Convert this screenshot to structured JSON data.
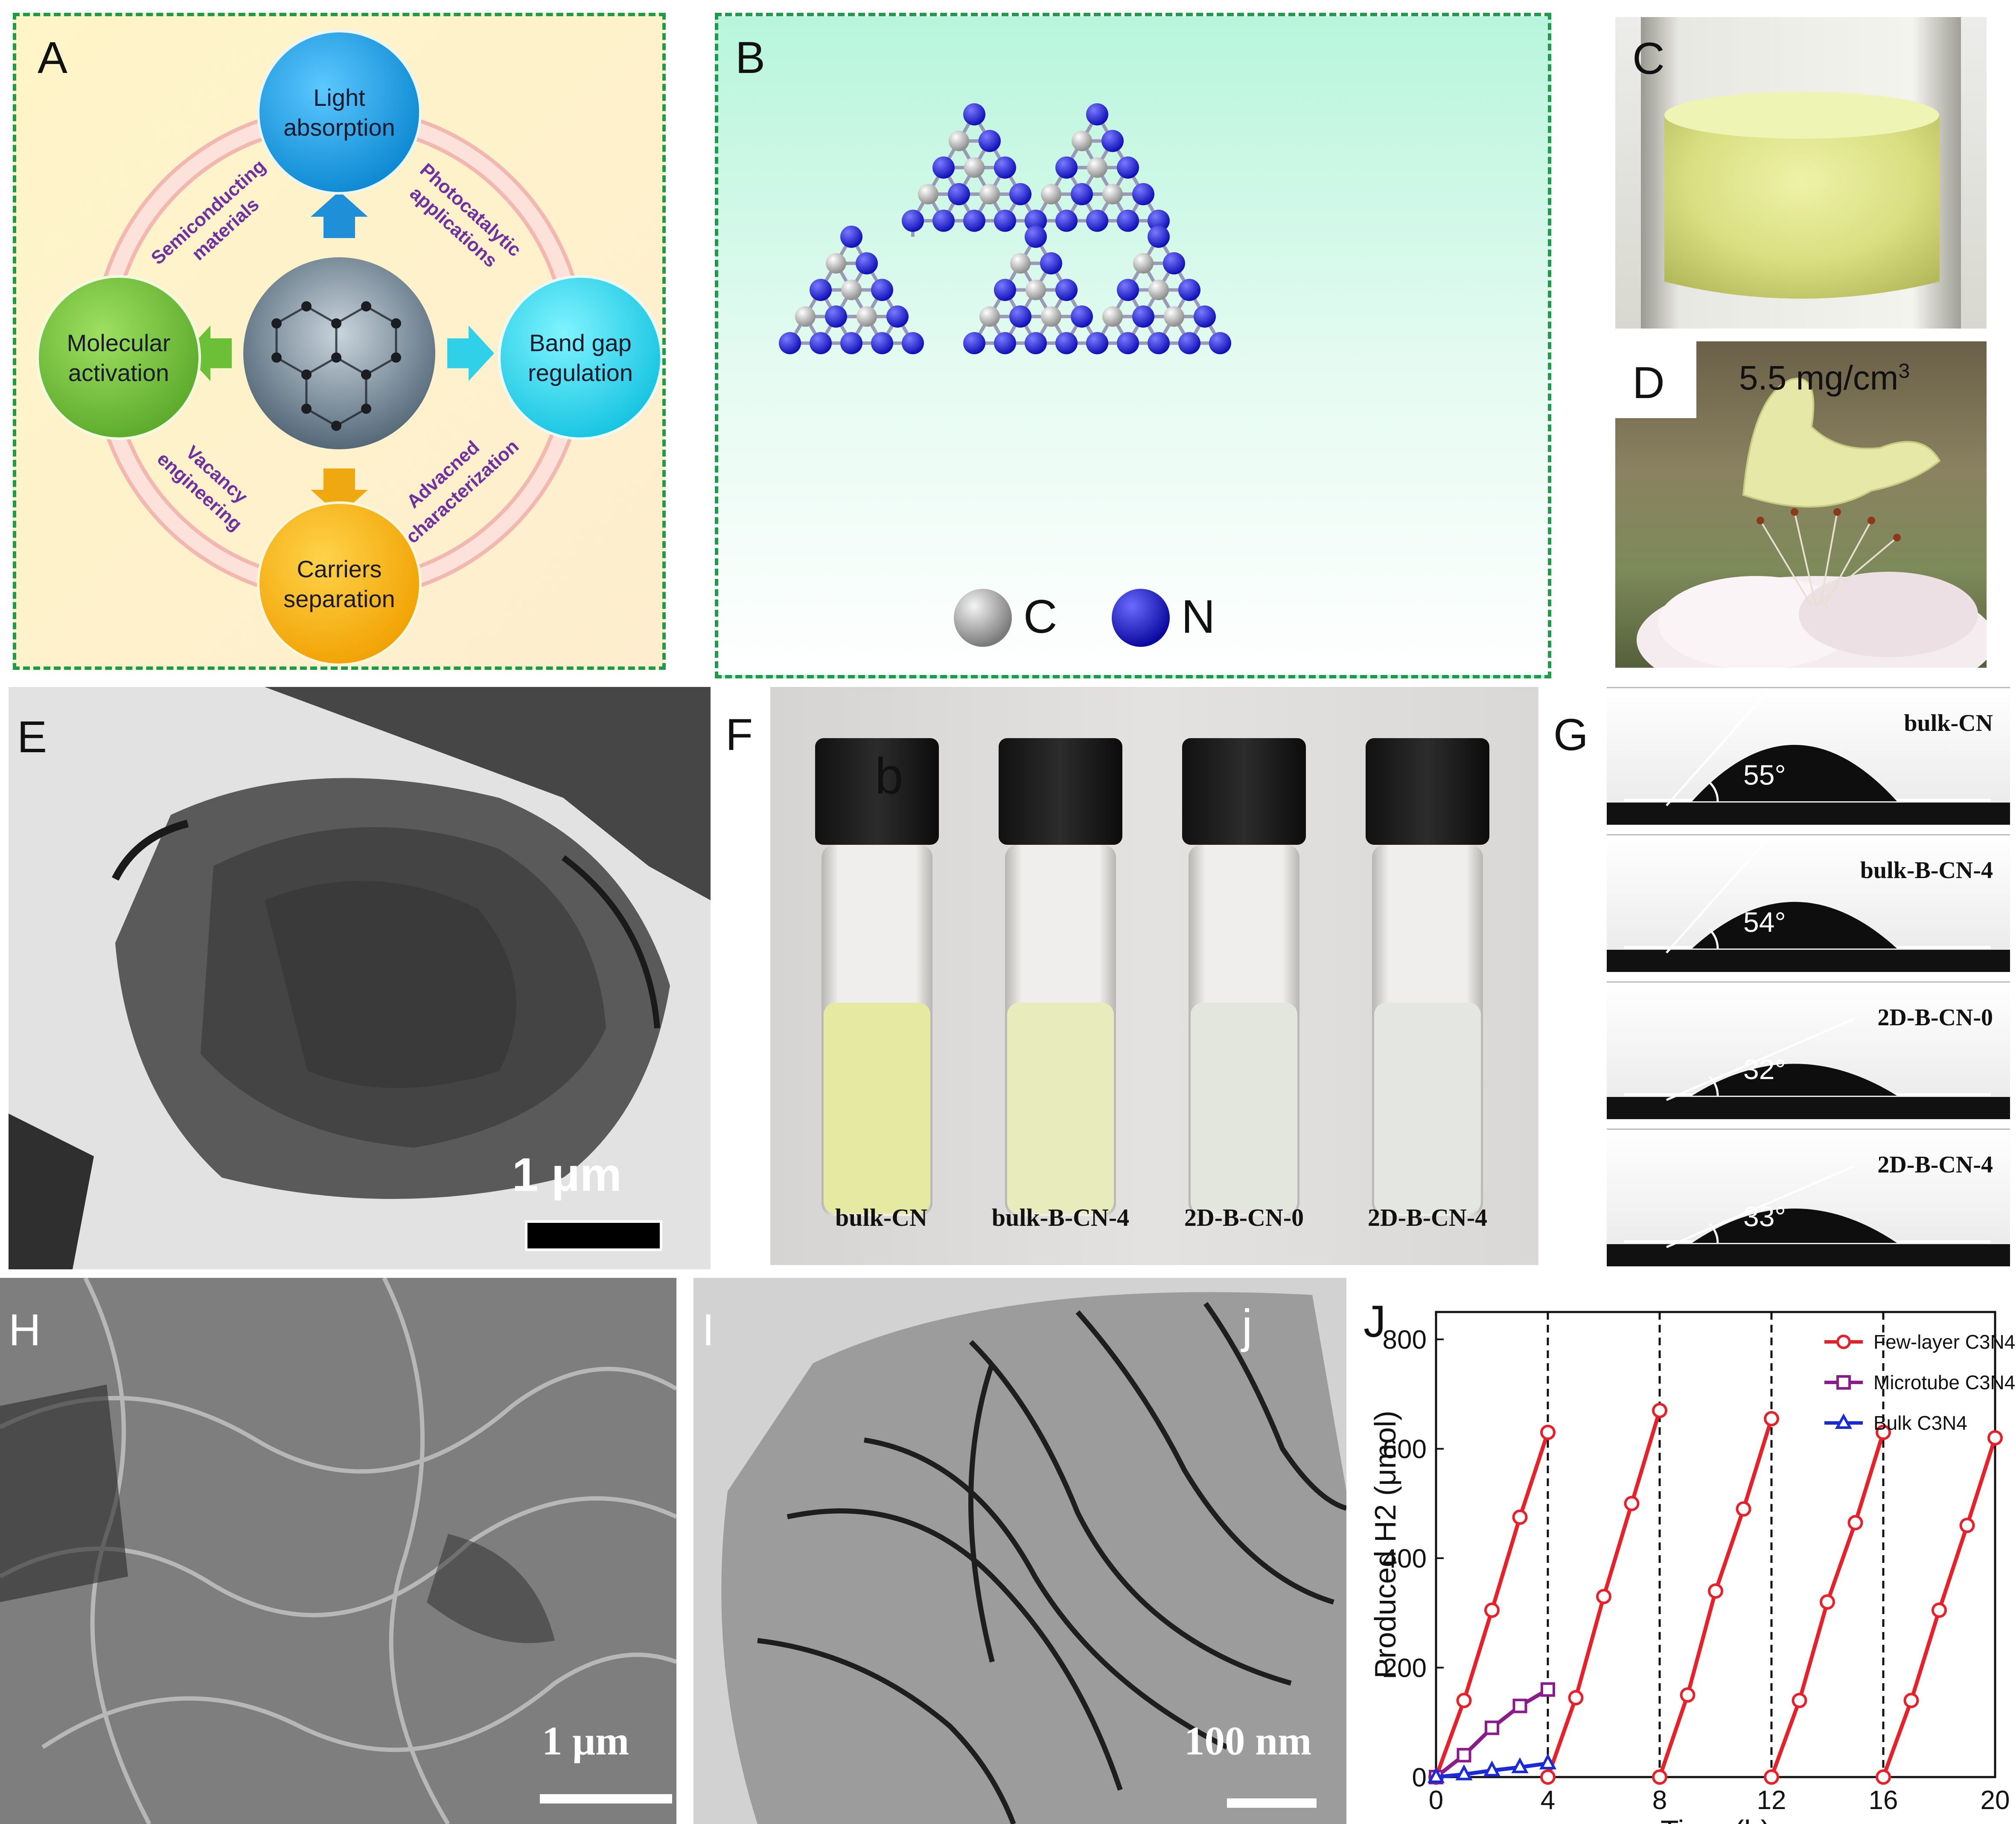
{
  "panels": {
    "A": {
      "label": "A",
      "nodes": {
        "top": [
          "Light",
          "absorption"
        ],
        "right": [
          "Band gap",
          "regulation"
        ],
        "bottom": [
          "Carriers",
          "separation"
        ],
        "left": [
          "Molecular",
          "activation"
        ]
      },
      "arcs": {
        "top_left": [
          "Semiconducting",
          "materials"
        ],
        "top_right": [
          "Photocatalytic",
          "applications"
        ],
        "bottom_left": [
          "Vacancy",
          "engineering"
        ],
        "bottom_right": [
          "Advacned",
          "characterization"
        ]
      }
    },
    "B": {
      "label": "B",
      "legend": [
        "C",
        "N"
      ],
      "colors": {
        "C": "#a8a8a8",
        "N": "#2a2ad8"
      }
    },
    "C": {
      "label": "C"
    },
    "D": {
      "label": "D",
      "density": "5.5 mg/cm",
      "density_sup": "3"
    },
    "E": {
      "label": "E",
      "scale": "1 μm"
    },
    "F": {
      "label": "F",
      "sub": "b",
      "vials": [
        "bulk-CN",
        "bulk-B-CN-4",
        "2D-B-CN-0",
        "2D-B-CN-4"
      ]
    },
    "G": {
      "label": "G",
      "items": [
        {
          "name": "bulk-CN",
          "angle": "55°"
        },
        {
          "name": "bulk-B-CN-4",
          "angle": "54°"
        },
        {
          "name": "2D-B-CN-0",
          "angle": "32°"
        },
        {
          "name": "2D-B-CN-4",
          "angle": "33°"
        }
      ]
    },
    "H": {
      "label": "H",
      "scale": "1 μm"
    },
    "I": {
      "label": "I",
      "sub": "j",
      "scale": "100 nm"
    },
    "J": {
      "label": "J"
    }
  },
  "chart_data": {
    "type": "line",
    "xlabel": "Time (h)",
    "ylabel": "Produced H2 (μmol)",
    "xlim": [
      0,
      20
    ],
    "ylim": [
      0,
      850
    ],
    "xticks": [
      0,
      4,
      8,
      12,
      16,
      20
    ],
    "yticks": [
      0,
      200,
      400,
      600,
      800
    ],
    "vlines": [
      4,
      8,
      12,
      16
    ],
    "legend_position": "top-right",
    "series": [
      {
        "name": "Few-layer C3N4",
        "color": "#e8202a",
        "marker": "circle",
        "segments": [
          {
            "x": [
              0,
              1,
              2,
              3,
              4
            ],
            "y": [
              0,
              140,
              305,
              475,
              630
            ]
          },
          {
            "x": [
              4,
              5,
              6,
              7,
              8
            ],
            "y": [
              0,
              145,
              330,
              500,
              670
            ]
          },
          {
            "x": [
              8,
              9,
              10,
              11,
              12
            ],
            "y": [
              0,
              150,
              340,
              490,
              655
            ]
          },
          {
            "x": [
              12,
              13,
              14,
              15,
              16
            ],
            "y": [
              0,
              140,
              320,
              465,
              630
            ]
          },
          {
            "x": [
              16,
              17,
              18,
              19,
              20
            ],
            "y": [
              0,
              140,
              305,
              460,
              620
            ]
          }
        ]
      },
      {
        "name": "Microtube C3N4",
        "color": "#8b1a8b",
        "marker": "square",
        "segments": [
          {
            "x": [
              0,
              1,
              2,
              3,
              4
            ],
            "y": [
              0,
              40,
              90,
              130,
              160
            ]
          }
        ]
      },
      {
        "name": "Bulk C3N4",
        "color": "#1a2ad8",
        "marker": "triangle",
        "segments": [
          {
            "x": [
              0,
              1,
              2,
              3,
              4
            ],
            "y": [
              0,
              5,
              12,
              18,
              25
            ]
          }
        ]
      }
    ]
  }
}
